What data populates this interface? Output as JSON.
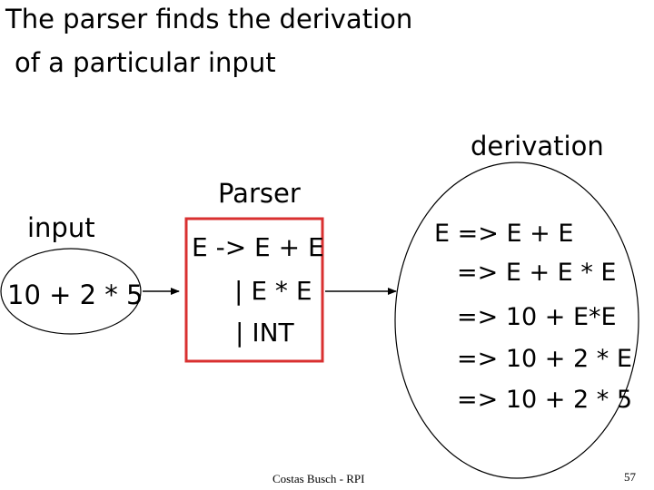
{
  "title": {
    "line1": "The parser finds the derivation",
    "line2": "of a particular input"
  },
  "input_section": {
    "label": "input",
    "expression": "10 + 2 * 5"
  },
  "parser_section": {
    "label": "Parser",
    "grammar": [
      "E -> E + E",
      "| E * E",
      "| INT"
    ],
    "box_color": "#d93030"
  },
  "derivation_section": {
    "label": "derivation",
    "steps": [
      "E => E + E",
      "=> E + E * E",
      "=> 10 + E*E",
      "=> 10 + 2 * E",
      "=> 10 + 2 * 5"
    ]
  },
  "footer": {
    "author": "Costas Busch - RPI",
    "page_number": "57"
  }
}
